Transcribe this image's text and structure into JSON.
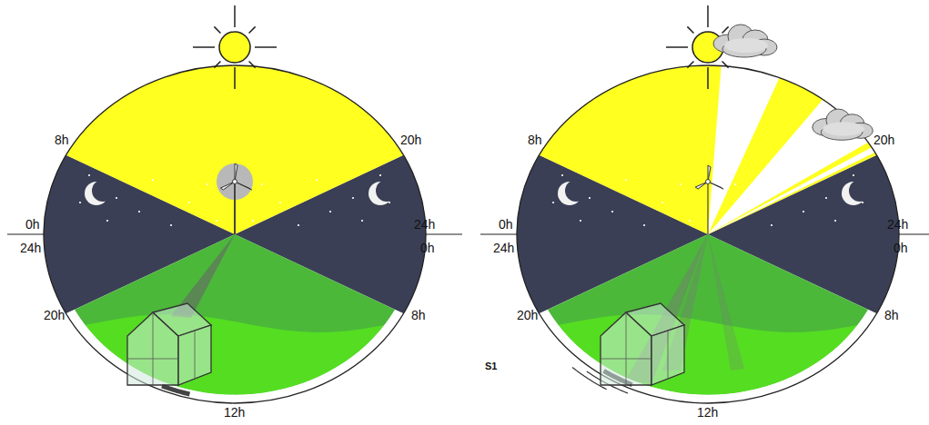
{
  "diagram": {
    "labels": [
      "8h",
      "20h",
      "0h",
      "24h",
      "24h",
      "0h",
      "20h",
      "8h",
      "12h",
      "8h",
      "20h",
      "0h",
      "24h",
      "24h",
      "0h",
      "20h",
      "8h",
      "12h",
      "S1"
    ]
  }
}
